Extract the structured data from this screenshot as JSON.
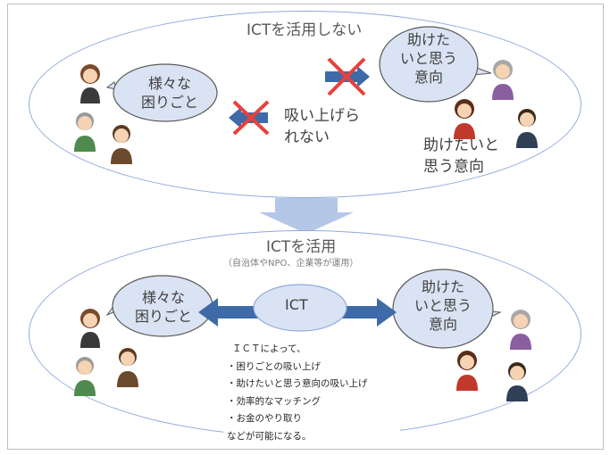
{
  "top": {
    "title": "ICTを活用しない",
    "left_bubble": [
      "様々な",
      "困りごと"
    ],
    "right_bubble": [
      "助けた",
      "いと思う",
      "意向"
    ],
    "blocked_text": [
      "吸い上げら",
      "れない"
    ],
    "help_text": [
      "助けたいと",
      "思う意向"
    ]
  },
  "bottom": {
    "title": "ICTを活用",
    "subtitle": "（自治体やNPO、企業等が運用）",
    "left_bubble": [
      "様々な",
      "困りごと"
    ],
    "center_label": "ICT",
    "right_bubble": [
      "助けた",
      "いと思う",
      "意向"
    ],
    "notes": [
      "ＩＣＴによって、",
      "・困りごとの吸い上げ",
      "・助けたいと思う意向の吸い上げ",
      "・効率的なマッチング",
      "・お金のやり取り",
      "などが可能になる。"
    ]
  },
  "colors": {
    "ellipse_border": "#8faadc",
    "bubble_fill": "#dae3f3",
    "arrow_blue": "#3e6aa7",
    "cross_red": "#e8413c",
    "down_arrow": "#b4c7e7"
  }
}
